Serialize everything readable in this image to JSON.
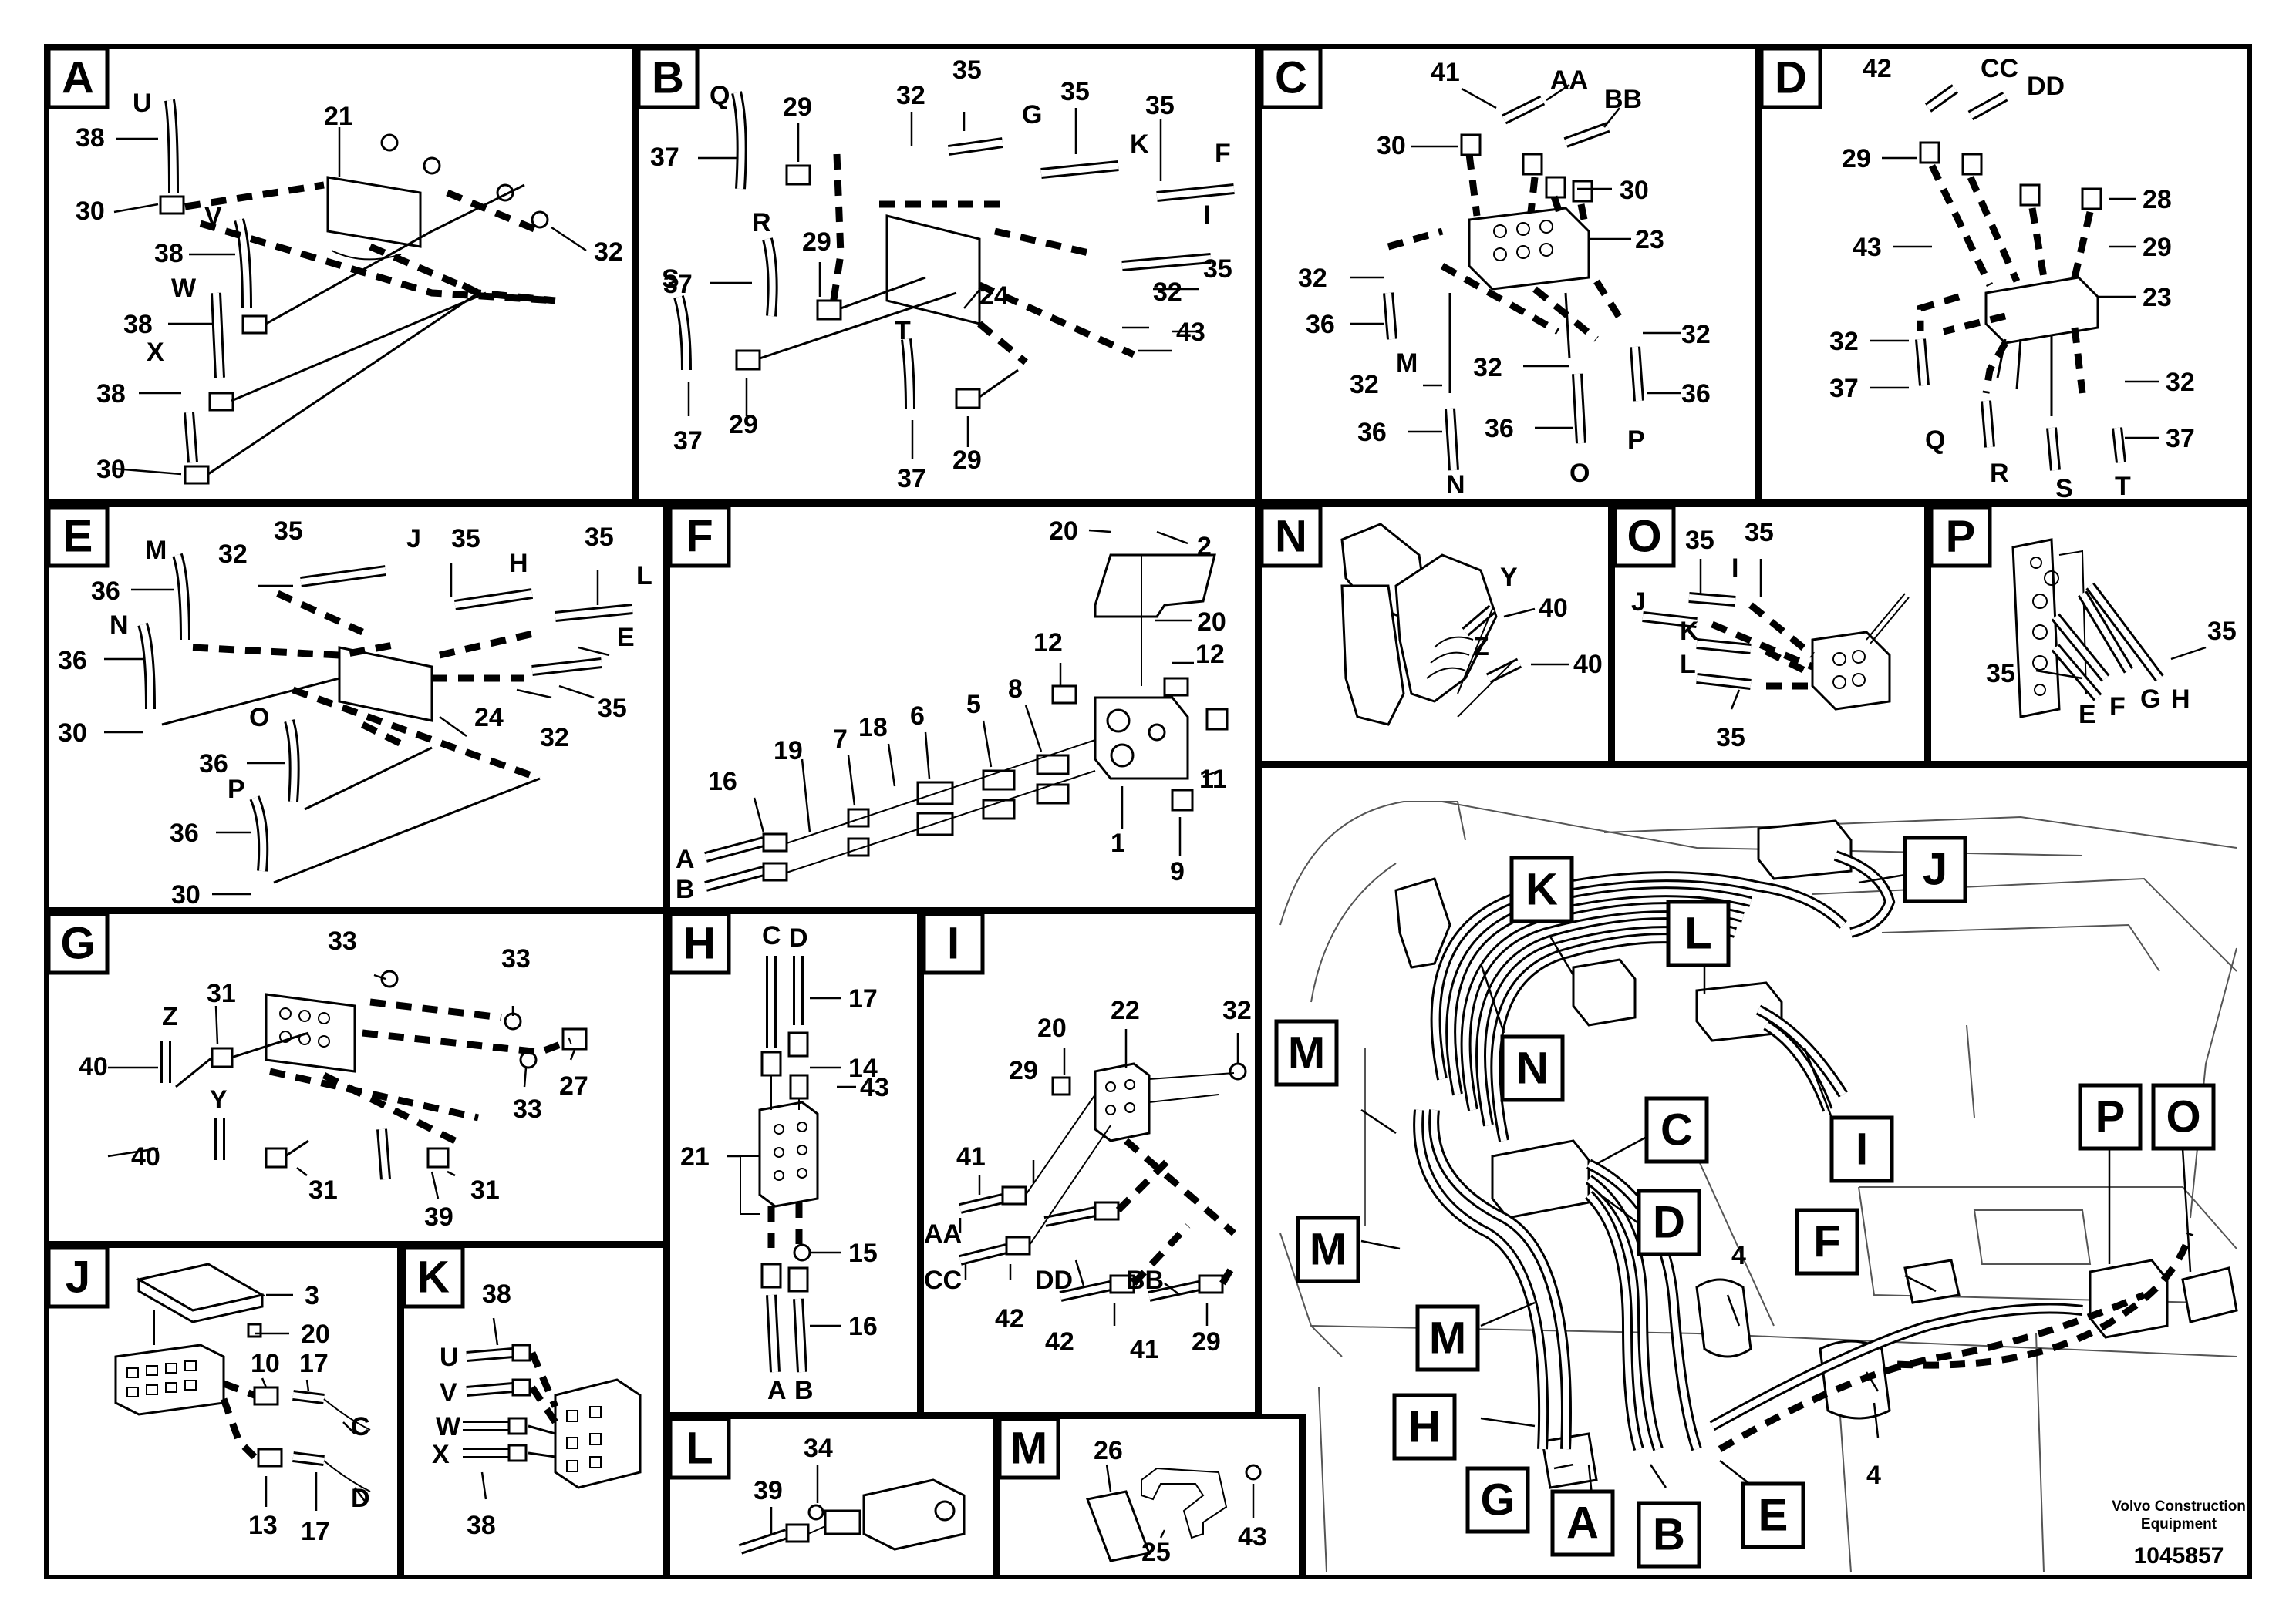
{
  "panels": {
    "A": {
      "tag": "A",
      "labels": [
        "U",
        "38",
        "21",
        "30",
        "V",
        "38",
        "32",
        "W",
        "38",
        "X",
        "38",
        "30"
      ]
    },
    "B": {
      "tag": "B",
      "labels": [
        "Q",
        "29",
        "32",
        "35",
        "G",
        "35",
        "K",
        "35",
        "F",
        "37",
        "R",
        "29",
        "I",
        "37",
        "S",
        "24",
        "32",
        "35",
        "T",
        "43",
        "37",
        "29",
        "37",
        "29"
      ]
    },
    "C": {
      "tag": "C",
      "labels": [
        "41",
        "AA",
        "BB",
        "30",
        "30",
        "23",
        "32",
        "36",
        "32",
        "M",
        "32",
        "32",
        "36",
        "36",
        "36",
        "N",
        "O",
        "P"
      ]
    },
    "D": {
      "tag": "D",
      "labels": [
        "42",
        "CC",
        "DD",
        "29",
        "28",
        "43",
        "29",
        "23",
        "32",
        "32",
        "37",
        "Q",
        "R",
        "S",
        "T",
        "37"
      ]
    },
    "E": {
      "tag": "E",
      "labels": [
        "35",
        "32",
        "J",
        "35",
        "35",
        "M",
        "H",
        "L",
        "36",
        "N",
        "E",
        "36",
        "30",
        "24",
        "32",
        "35",
        "36",
        "O",
        "P",
        "36",
        "30"
      ]
    },
    "F": {
      "tag": "F",
      "labels": [
        "20",
        "2",
        "20",
        "12",
        "12",
        "8",
        "19",
        "7",
        "18",
        "6",
        "5",
        "11",
        "16",
        "1",
        "A",
        "B",
        "9"
      ]
    },
    "G": {
      "tag": "G",
      "labels": [
        "33",
        "33",
        "31",
        "Z",
        "40",
        "27",
        "Y",
        "33",
        "40",
        "31",
        "31",
        "39"
      ]
    },
    "H": {
      "tag": "H",
      "labels": [
        "C",
        "D",
        "17",
        "14",
        "43",
        "21",
        "15",
        "16",
        "A",
        "B"
      ]
    },
    "I": {
      "tag": "I",
      "labels": [
        "20",
        "22",
        "32",
        "29",
        "41",
        "AA",
        "CC",
        "DD",
        "BB",
        "42",
        "42",
        "41",
        "29"
      ]
    },
    "J": {
      "tag": "J",
      "labels": [
        "3",
        "20",
        "10",
        "17",
        "C",
        "13",
        "17",
        "D"
      ]
    },
    "K": {
      "tag": "K",
      "labels": [
        "38",
        "U",
        "V",
        "W",
        "X",
        "38"
      ]
    },
    "L": {
      "tag": "L",
      "labels": [
        "34",
        "39"
      ]
    },
    "M": {
      "tag": "M",
      "labels": [
        "26",
        "43",
        "25"
      ]
    },
    "N": {
      "tag": "N",
      "labels": [
        "Y",
        "40",
        "Z",
        "40"
      ]
    },
    "O": {
      "tag": "O",
      "labels": [
        "35",
        "35",
        "J",
        "I",
        "K",
        "L",
        "35"
      ]
    },
    "P": {
      "tag": "P",
      "labels": [
        "35",
        "35",
        "E",
        "F",
        "G",
        "H"
      ]
    }
  },
  "overview": {
    "callouts": [
      "J",
      "K",
      "L",
      "N",
      "I",
      "M",
      "M",
      "M",
      "C",
      "D",
      "F",
      "P",
      "O",
      "H",
      "G",
      "A",
      "B",
      "E"
    ],
    "labels": [
      "4",
      "4"
    ]
  },
  "footer": {
    "company": "Volvo Construction Equipment",
    "company_line1": "Volvo Construction",
    "company_line2": "Equipment",
    "drawing_number": "1045857"
  }
}
